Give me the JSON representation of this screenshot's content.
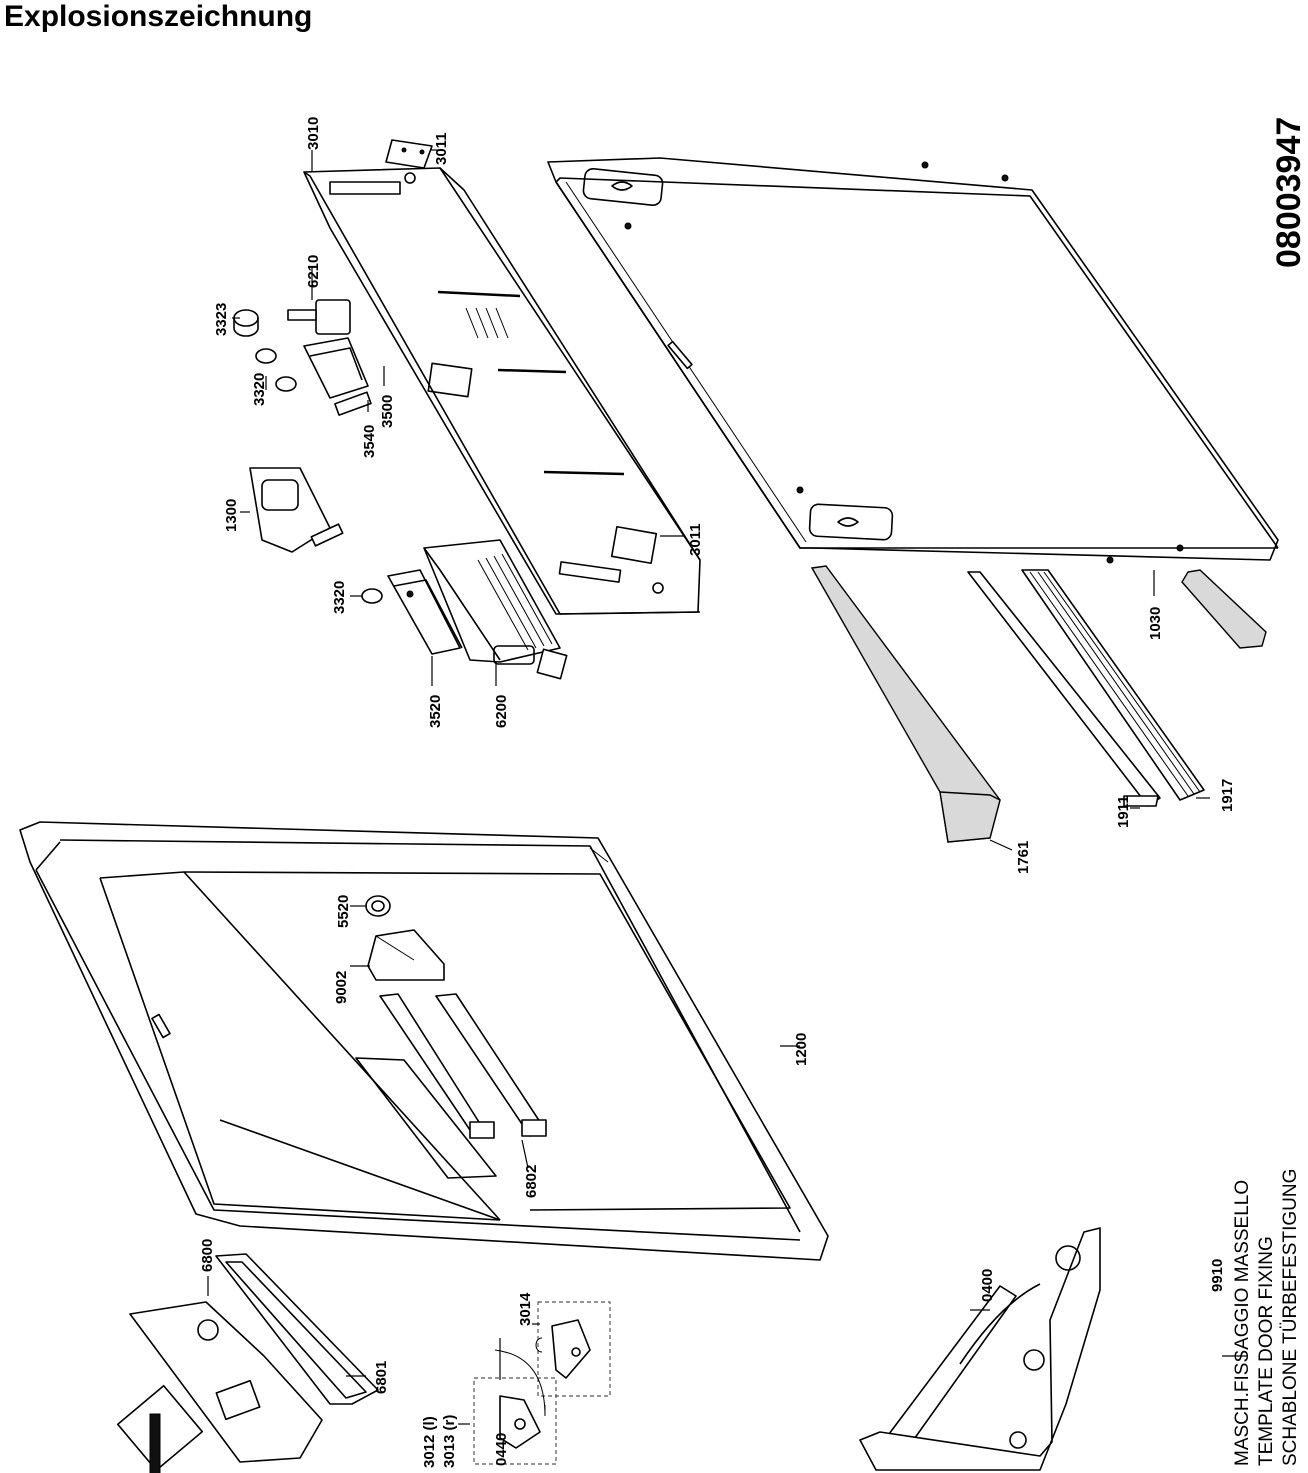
{
  "title": "Explosionszeichnung",
  "document_number": "08003947",
  "notes": {
    "part_number": "9910",
    "line1": "MASCH.FISSAGGIO MASSELLO",
    "line2": "TEMPLATE DOOR FIXING",
    "line3": "SCHABLONE TÜRBEFESTIGUNG"
  },
  "parts": {
    "p3010": "3010",
    "p3011a": "3011",
    "p3011b": "3011",
    "p6210": "6210",
    "p3323": "3323",
    "p3320a": "3320",
    "p3540": "3540",
    "p3500": "3500",
    "p1300": "1300",
    "p3320b": "3320",
    "p3520": "3520",
    "p6200": "6200",
    "p1030": "1030",
    "p1911": "1911",
    "p1917": "1917",
    "p1761": "1761",
    "p5520": "5520",
    "p9002": "9002",
    "p1200": "1200",
    "p6802": "6802",
    "p6800": "6800",
    "p6801": "6801",
    "p3014": "3014",
    "p3012": "3012 (l)",
    "p3013": "3013 (r)",
    "p0440": "0440",
    "p0400": "0400"
  }
}
